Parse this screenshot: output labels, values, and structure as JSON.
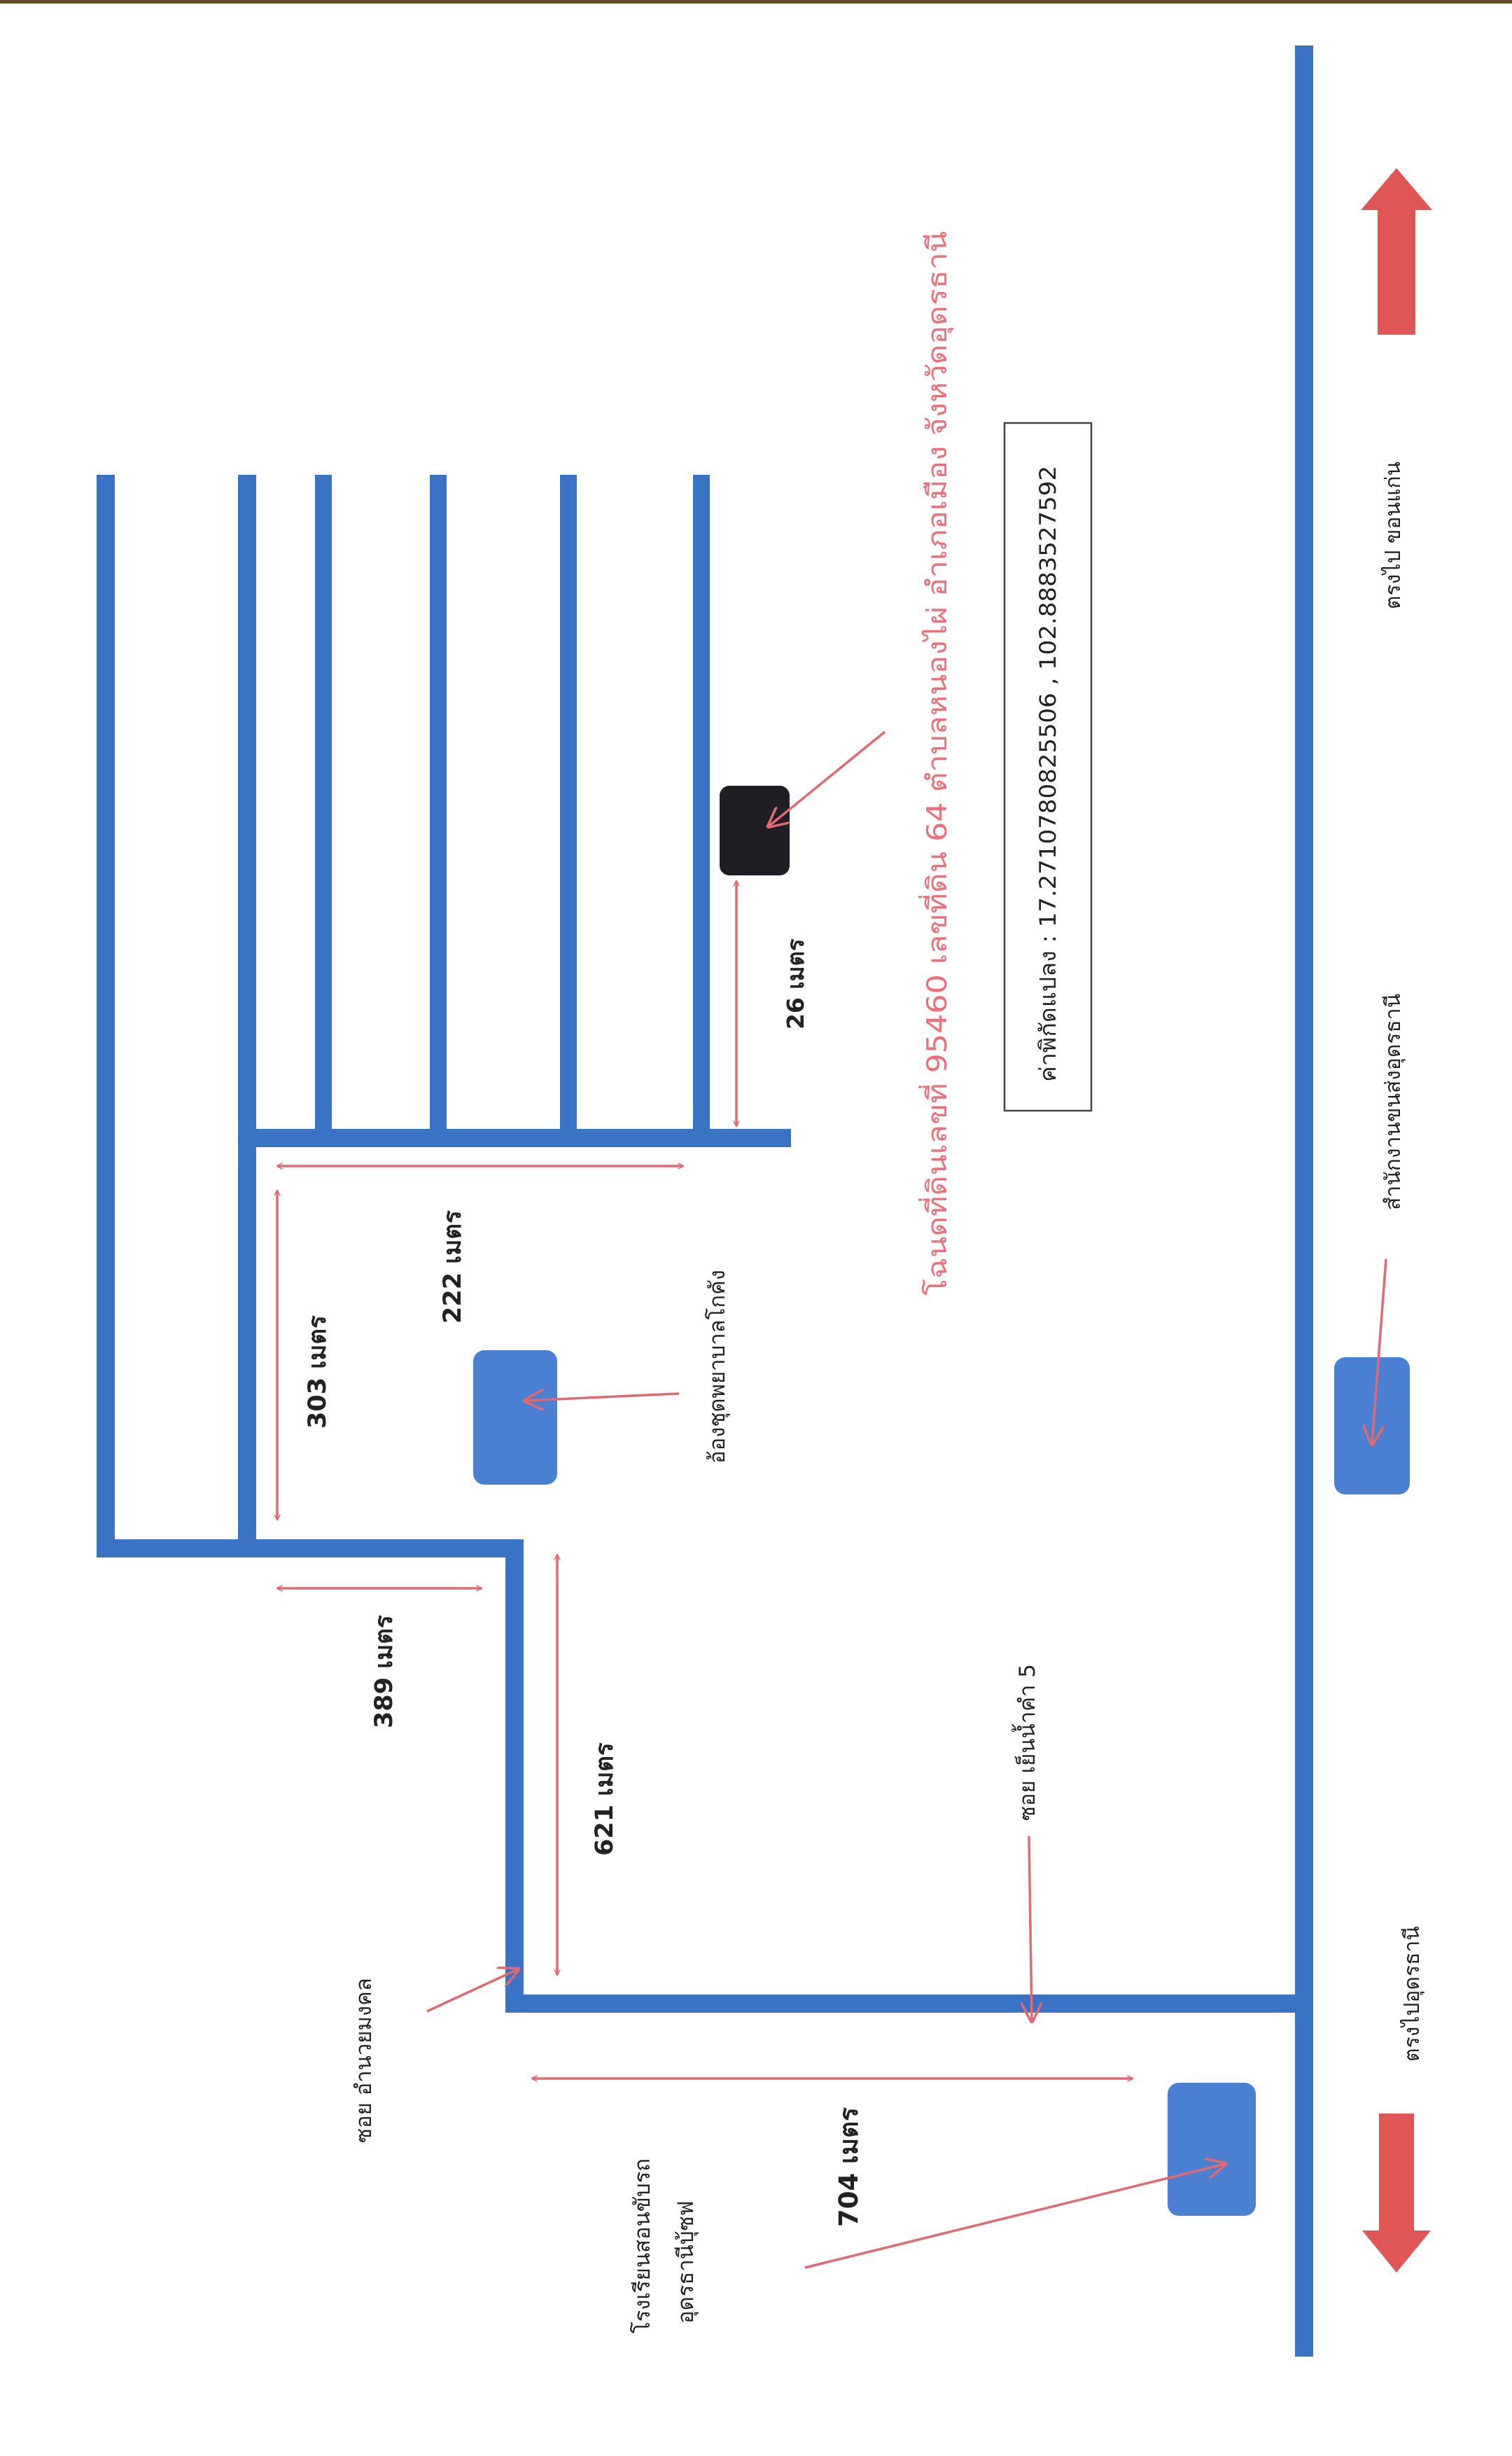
{
  "labels": {
    "title_deed": "โฉนดที่ดินเลขที่  95460  เลขที่ดิน  64  ตำบลหนองไผ่  อำเภอเมือง  จังหวัดอุดรธานี",
    "coordinates": "ค่าพิกัดแปลง : 17.2710780825506 , 102.8883527592",
    "to_khon_kaen": "ตรงไป ขอนแก่น",
    "to_udon": "ตรงไปอุดรธานี",
    "transport_office": "สำนักงานขนส่งอุดรธานี",
    "health_center": "อ้องชุดพยาบาลโกคัง",
    "soi_yen_nam_kham": "ซอย เย็นน้ำคำ 5",
    "soi_amnuay": "ซอย อำนวยมงคล",
    "driving_school_1": "โรงเรียนสอนขับรถ",
    "driving_school_2": "อุดรธานีบุ้ซฟ",
    "dist_26": "26 เมตร",
    "dist_222": "222  เมตร",
    "dist_303": "303  เมตร",
    "dist_389": "389  เมตร",
    "dist_621": "621 เมตร",
    "dist_704": "704  เมตร"
  },
  "colors": {
    "road": "#3a73c4",
    "landmark": "#4a7fd2",
    "target": "#1e1e24",
    "annotation": "#e06a74",
    "direction_arrow": "#e05656",
    "title_text": "#ec6f7a",
    "text": "#222222",
    "frame": "#444444"
  }
}
